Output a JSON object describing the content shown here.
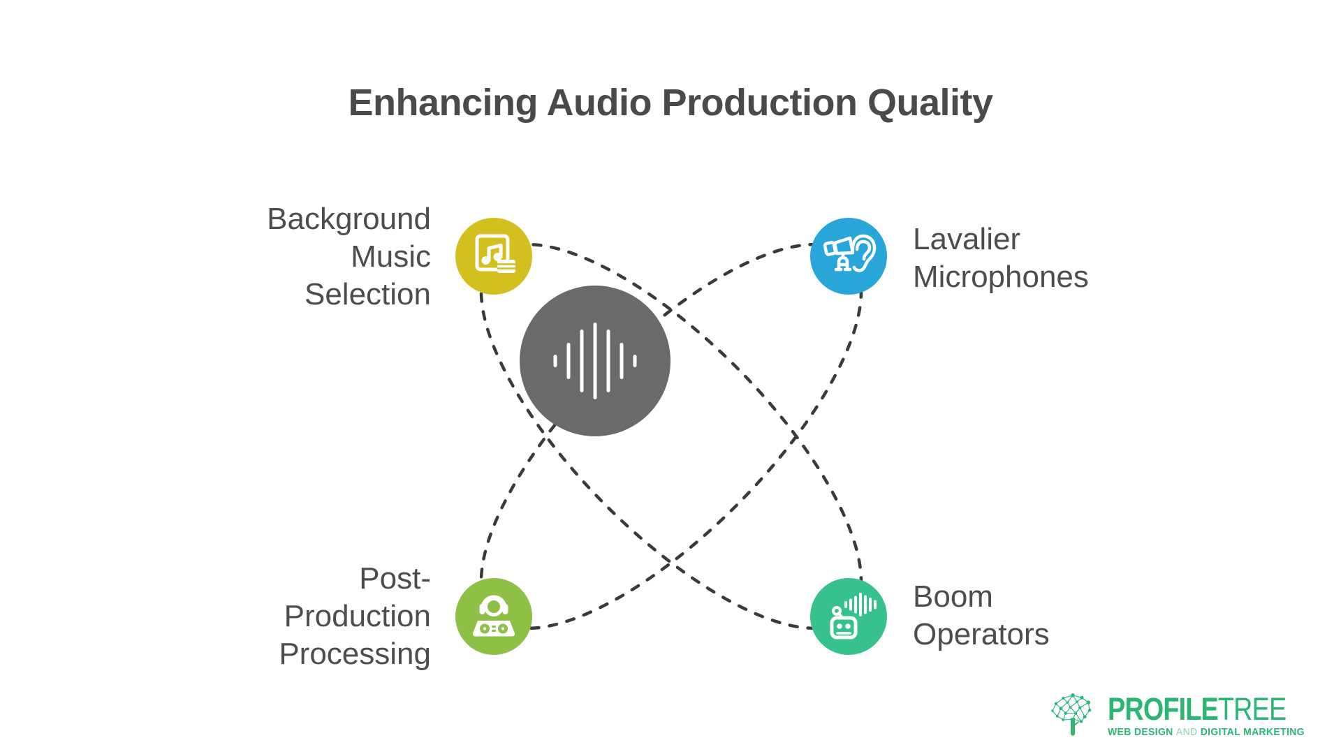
{
  "title": "Enhancing Audio Production Quality",
  "center": {
    "name": "audio-waveform-hub",
    "color": "#6a6a6a",
    "bars": [
      18,
      52,
      90,
      110,
      90,
      52,
      18
    ]
  },
  "orbit": {
    "stroke": "#3a3a3a"
  },
  "nodes": [
    {
      "label": "Background Music Selection",
      "lines": [
        "Background",
        "Music",
        "Selection"
      ],
      "color": "#d3c01f",
      "icon": "music-library-icon"
    },
    {
      "label": "Lavalier Microphones",
      "lines": [
        "Lavalier",
        "Microphones"
      ],
      "color": "#29a6d9",
      "icon": "megaphone-ear-icon"
    },
    {
      "label": "Post-Production Processing",
      "lines": [
        "Post-",
        "Production",
        "Processing"
      ],
      "color": "#8dc044",
      "icon": "dj-headphones-icon"
    },
    {
      "label": "Boom Operators",
      "lines": [
        "Boom",
        "Operators"
      ],
      "color": "#36c18d",
      "icon": "robot-soundwave-icon"
    }
  ],
  "logo": {
    "brand_bold": "PROFILE",
    "brand_light": "TREE",
    "tagline_lead": "WEB DESIGN",
    "tagline_and": "AND",
    "tagline_rest": "DIGITAL MARKETING",
    "green": "#2bb673"
  }
}
